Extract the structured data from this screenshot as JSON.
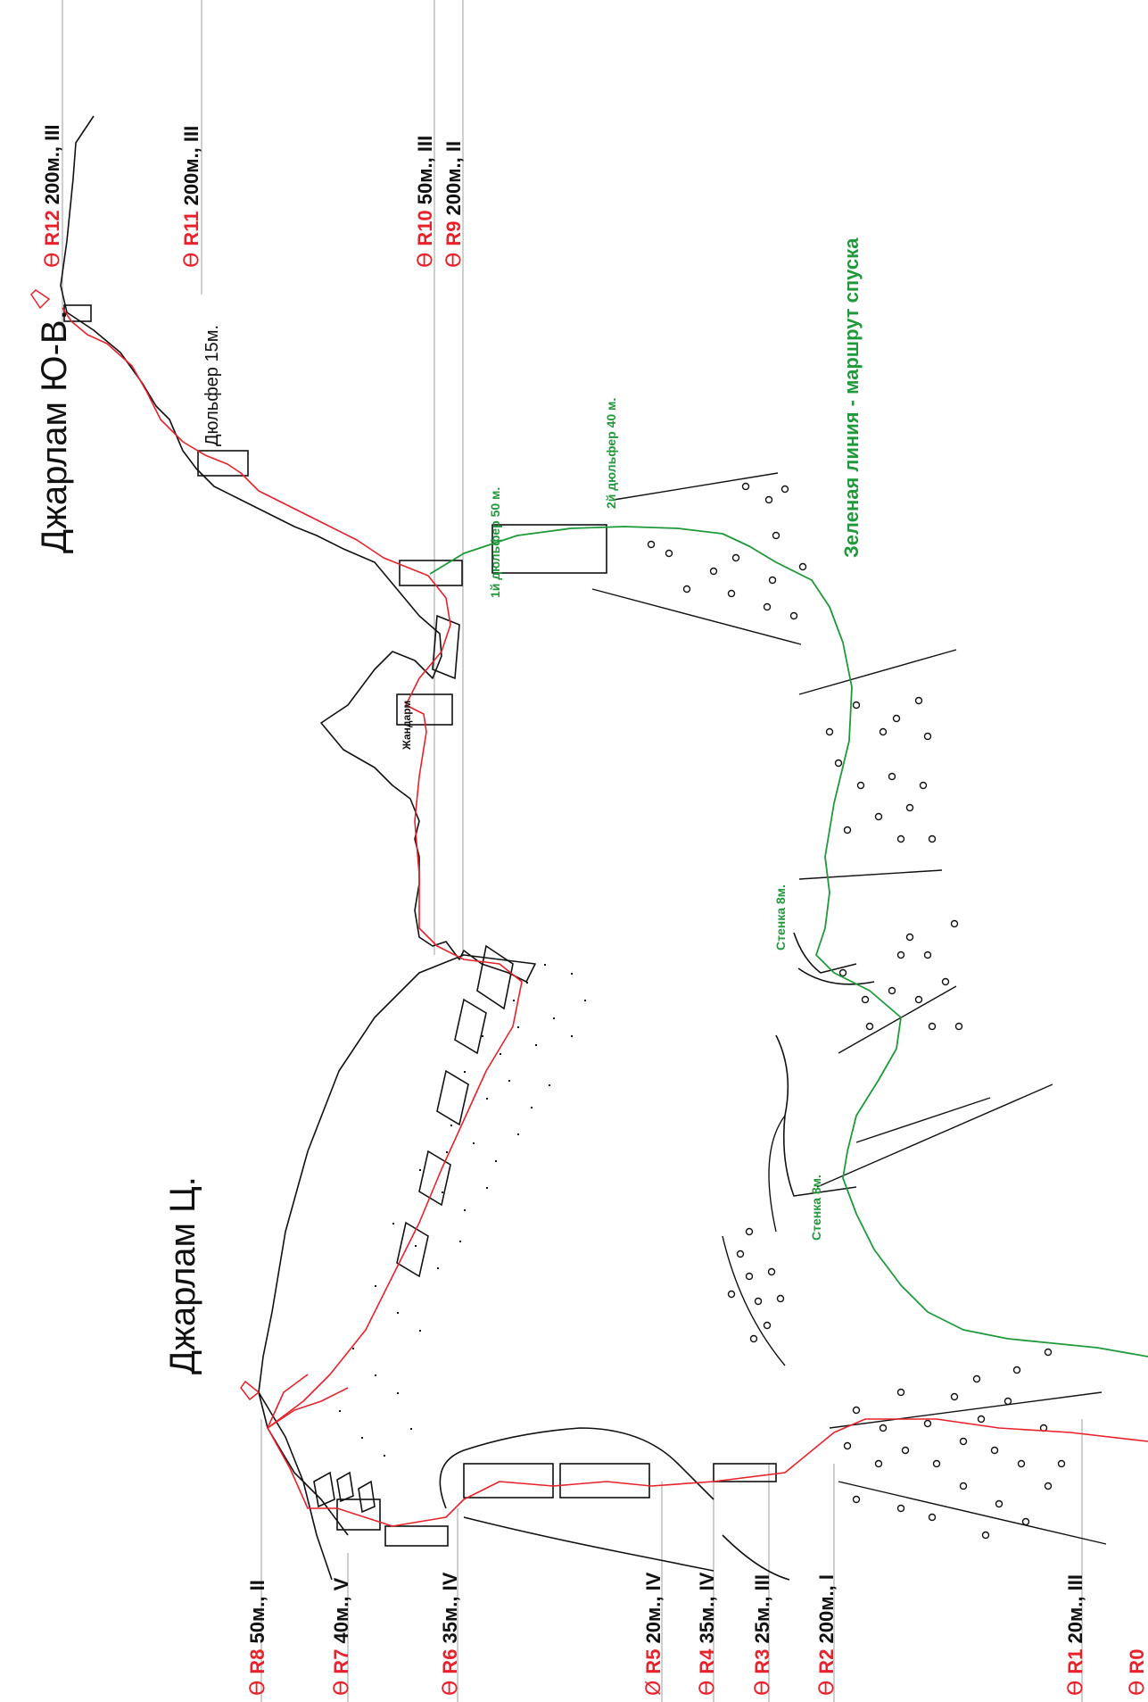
{
  "peaks": {
    "south_east": "Джарлам Ю-В.",
    "central": "Джарлам Ц."
  },
  "anchor_symbol": "ϴ",
  "anchor_symbol_alt": "Ø",
  "route_sections": [
    {
      "code": "R12",
      "grade": "200м., III"
    },
    {
      "code": "R11",
      "grade": "200м., III"
    },
    {
      "code": "R10",
      "grade": "50м., III"
    },
    {
      "code": "R9",
      "grade": "200м., II"
    },
    {
      "code": "R8",
      "grade": "50м., II"
    },
    {
      "code": "R7",
      "grade": "40м., V"
    },
    {
      "code": "R6",
      "grade": "35м., IV"
    },
    {
      "code": "R5",
      "grade": "20м., IV"
    },
    {
      "code": "R4",
      "grade": "35м., IV"
    },
    {
      "code": "R3",
      "grade": "25м., III"
    },
    {
      "code": "R2",
      "grade": "200м., I"
    },
    {
      "code": "R1",
      "grade": "20м., III"
    },
    {
      "code": "R0",
      "grade": ""
    }
  ],
  "annotations": {
    "rappel_15": "Дюльфер 15м.",
    "gendarme": "Жандарм",
    "first_rappel": "1й дюльфер 50 м.",
    "second_rappel": "2й дюльфер 40 м.",
    "descent_legend": "Зеленая линия - маршрут спуска",
    "wall_upper": "Стенка 8м.",
    "wall_lower": "Стенка 8м."
  },
  "colors": {
    "route_red": "#e8212a",
    "descent_green": "#1f9a3a",
    "ridge_black": "#111111",
    "guide_grey": "#b5b5b5"
  }
}
